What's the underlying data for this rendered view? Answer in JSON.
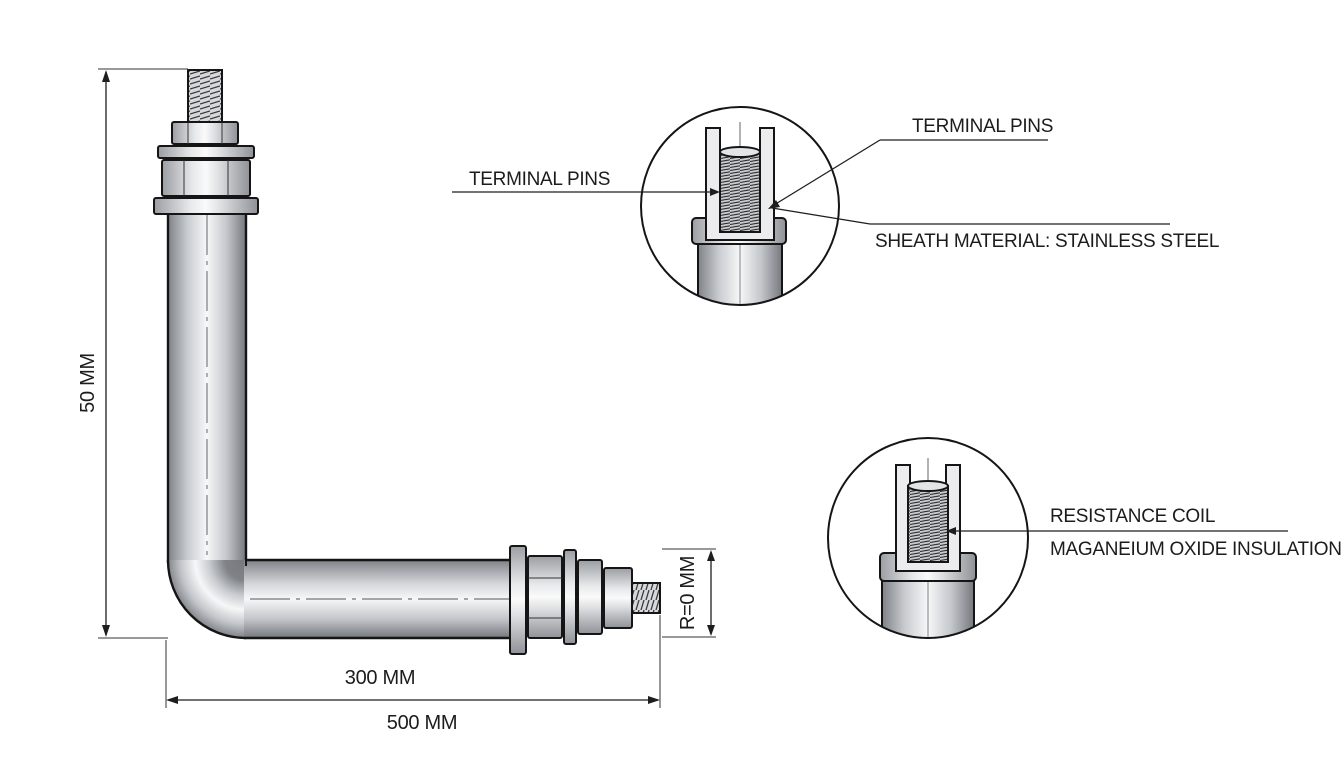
{
  "labels": {
    "terminal_pins_left": "TERMINAL PINS",
    "terminal_pins_right": "TERMINAL PINS",
    "sheath_material": "SHEATH MATERIAL: STAINLESS STEEL",
    "resistance_coil": "RESISTANCE COIL",
    "insulation": "MAGANEIUM OXIDE INSULATION"
  },
  "dimensions": {
    "vertical": "50 MM",
    "radius": "R=0 MM",
    "horizontal_inner": "300 MM",
    "horizontal_total": "500 MM"
  },
  "colors": {
    "line": "#1e1e1e",
    "metal_dark": "#8a8d92",
    "metal_light": "#f4f5f6"
  }
}
